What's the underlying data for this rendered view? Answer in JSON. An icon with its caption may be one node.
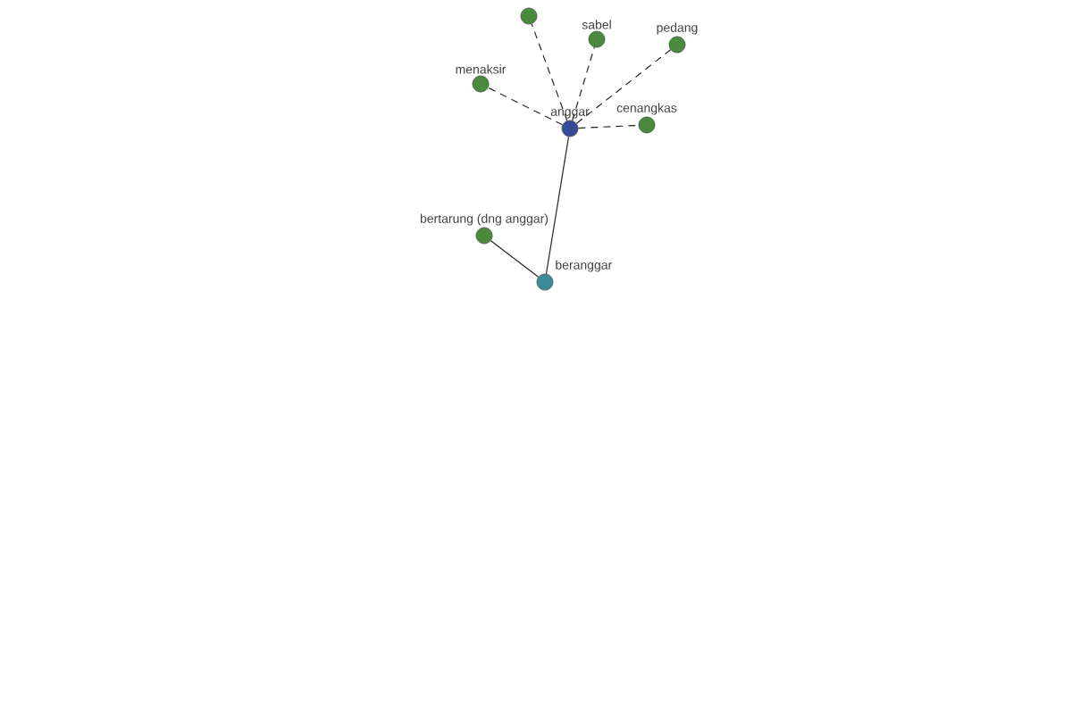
{
  "diagram": {
    "nodes": [
      {
        "text": [],
        "shape": "circle"
      },
      {
        "text": [
          "sabel"
        ]
      },
      {
        "text": [
          "pedang"
        ]
      },
      {
        "text": [
          "menaksir"
        ]
      },
      {
        "text": [
          "anggar"
        ]
      },
      {
        "text": [
          "cenangkas"
        ]
      },
      {
        "text": [
          "bertarung (dng anggar)"
        ]
      },
      {
        "text": [
          "beranggar"
        ]
      }
    ],
    "edges": [
      {
        "from": 4,
        "to": 0,
        "arrow": "none",
        "style": "dashed"
      },
      {
        "from": 4,
        "to": 1,
        "arrow": "none",
        "style": "dashed"
      },
      {
        "from": 4,
        "to": 2,
        "arrow": "none",
        "style": "dashed"
      },
      {
        "from": 4,
        "to": 3,
        "arrow": "none",
        "style": "dashed"
      },
      {
        "from": 4,
        "to": 5,
        "arrow": "none",
        "style": "dashed"
      },
      {
        "from": 4,
        "to": 7,
        "arrow": "none"
      },
      {
        "from": 7,
        "to": 6,
        "arrow": "none"
      }
    ]
  }
}
